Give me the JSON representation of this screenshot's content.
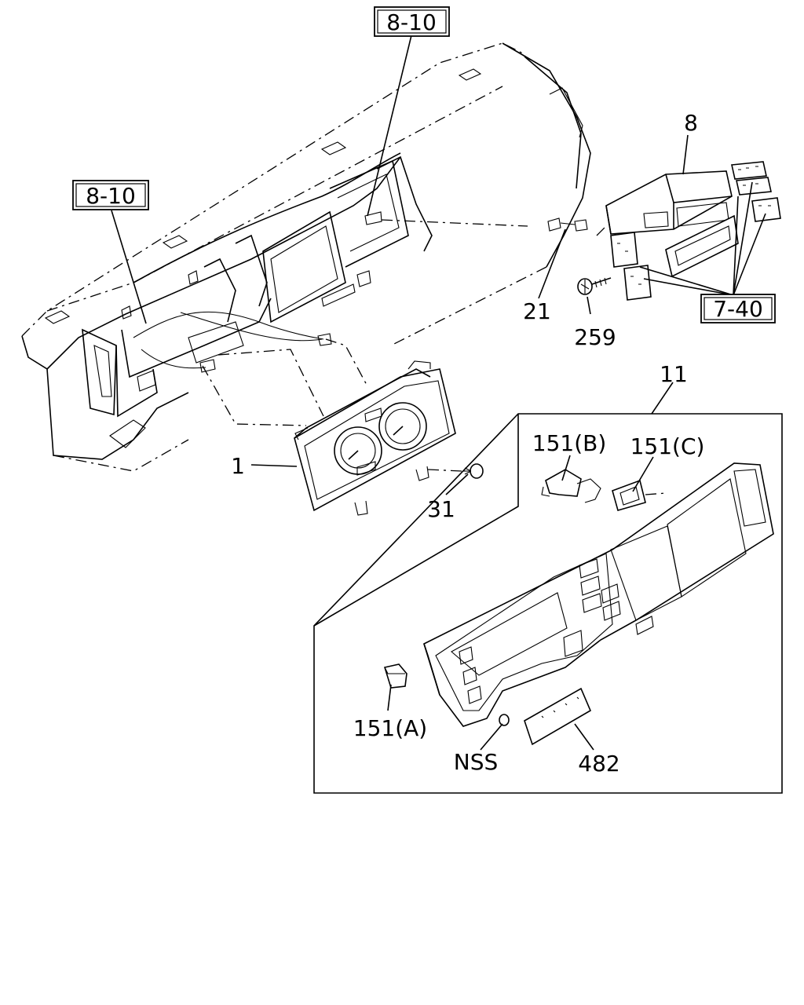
{
  "labels": {
    "ref_8_10_top": "8-10",
    "ref_8_10_left": "8-10",
    "ref_7_40": "7-40",
    "part_8": "8",
    "part_21": "21",
    "part_259": "259",
    "part_11": "11",
    "part_1": "1",
    "part_31": "31",
    "part_151b": "151(B)",
    "part_151c": "151(C)",
    "part_151a": "151(A)",
    "part_nss": "NSS",
    "part_482": "482"
  }
}
